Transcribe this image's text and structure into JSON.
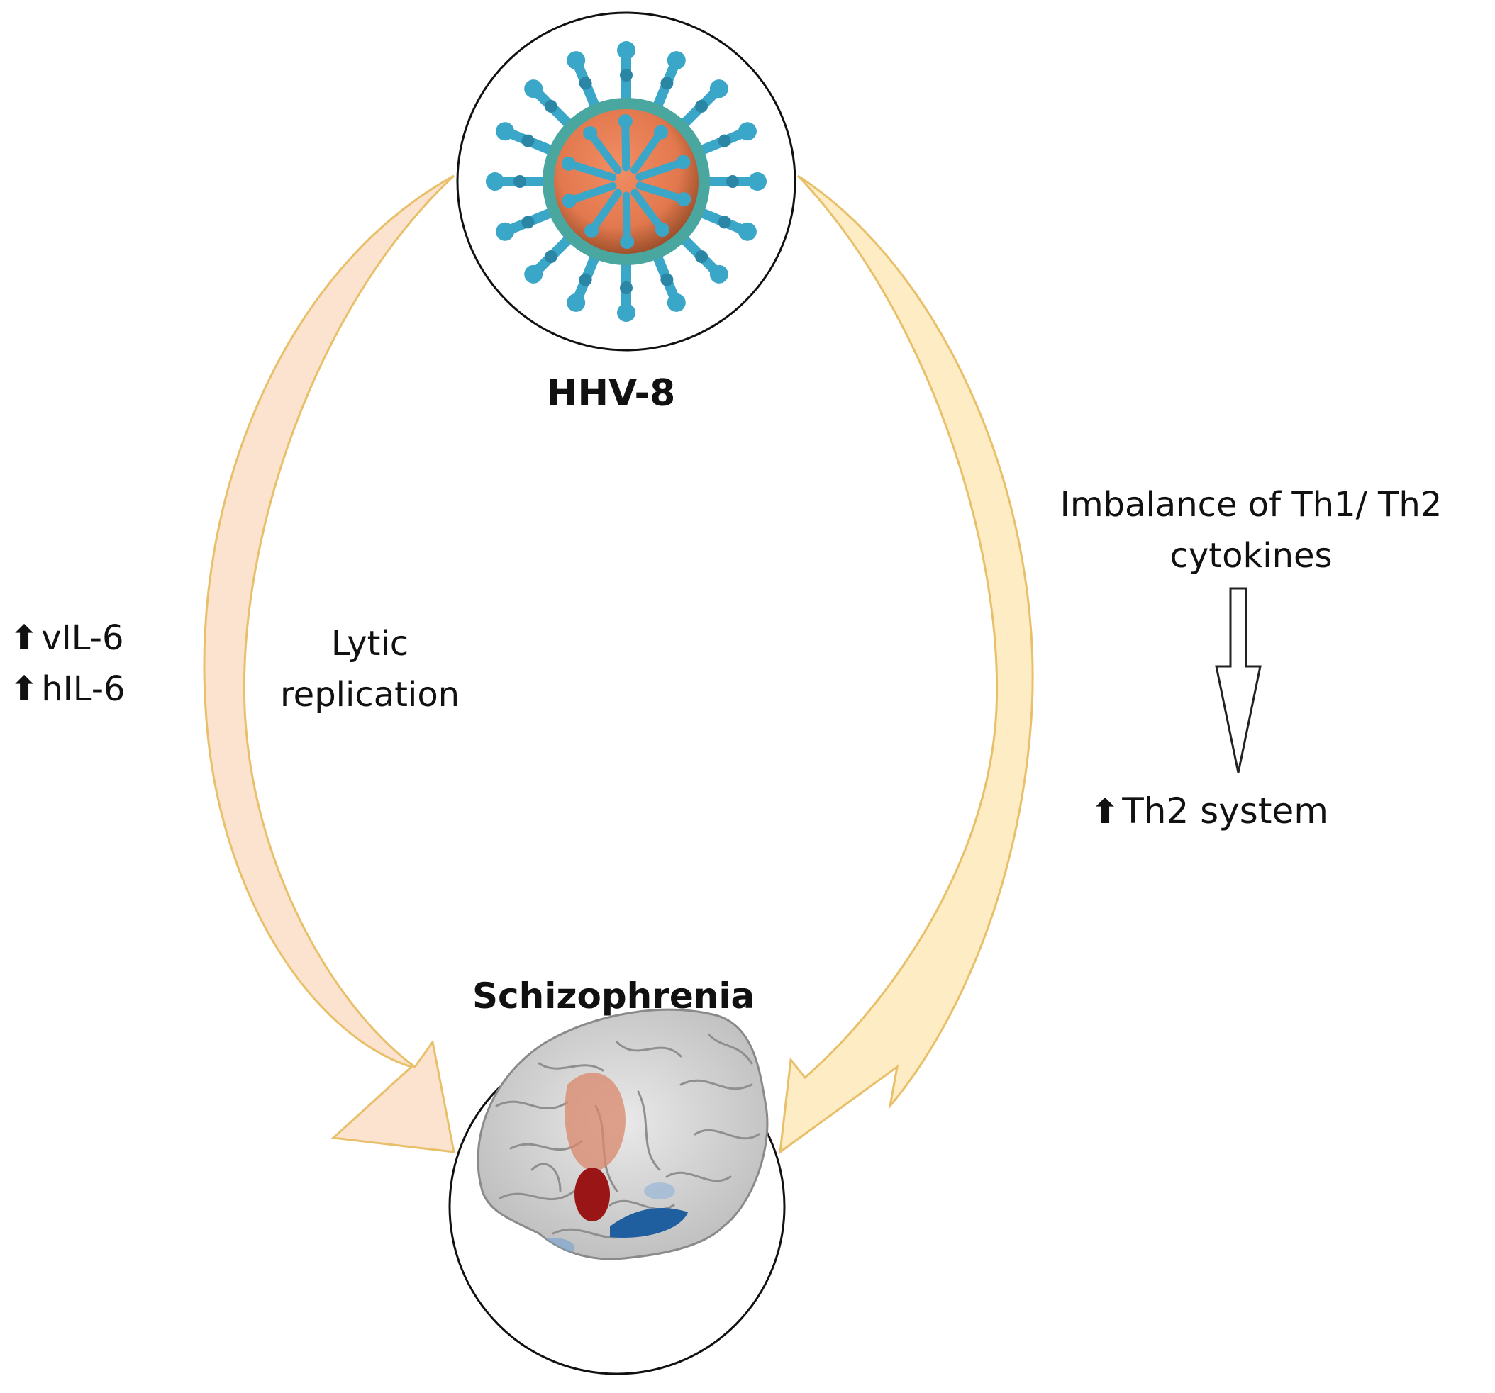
{
  "nodes": {
    "virus": {
      "label": "HHV-8",
      "icon": "virus-icon"
    },
    "disease": {
      "label": "Schizophrenia",
      "icon": "brain-icon"
    }
  },
  "left_path": {
    "markers": [
      {
        "symbol": "⬆",
        "label": "vIL-6"
      },
      {
        "symbol": "⬆",
        "label": "hIL-6"
      }
    ],
    "mechanism": {
      "line1": "Lytic",
      "line2": "replication"
    }
  },
  "right_path": {
    "mechanism": {
      "line1": "Imbalance of Th1/ Th2",
      "line2": "cytokines"
    },
    "result": {
      "symbol": "⬆",
      "label": "Th2 system"
    }
  },
  "colors": {
    "left_arrow_fill": "#fbe3cf",
    "right_arrow_fill": "#fdecc4",
    "arrow_stroke": "#e9c06a",
    "virus_spike": "#3aa6c8",
    "virus_core": "#e2784e",
    "virus_envelope": "#4aa79f",
    "brain_gray": "#d4d4d4",
    "brain_red": "#b01a1a",
    "brain_blue": "#1f5fa0"
  }
}
